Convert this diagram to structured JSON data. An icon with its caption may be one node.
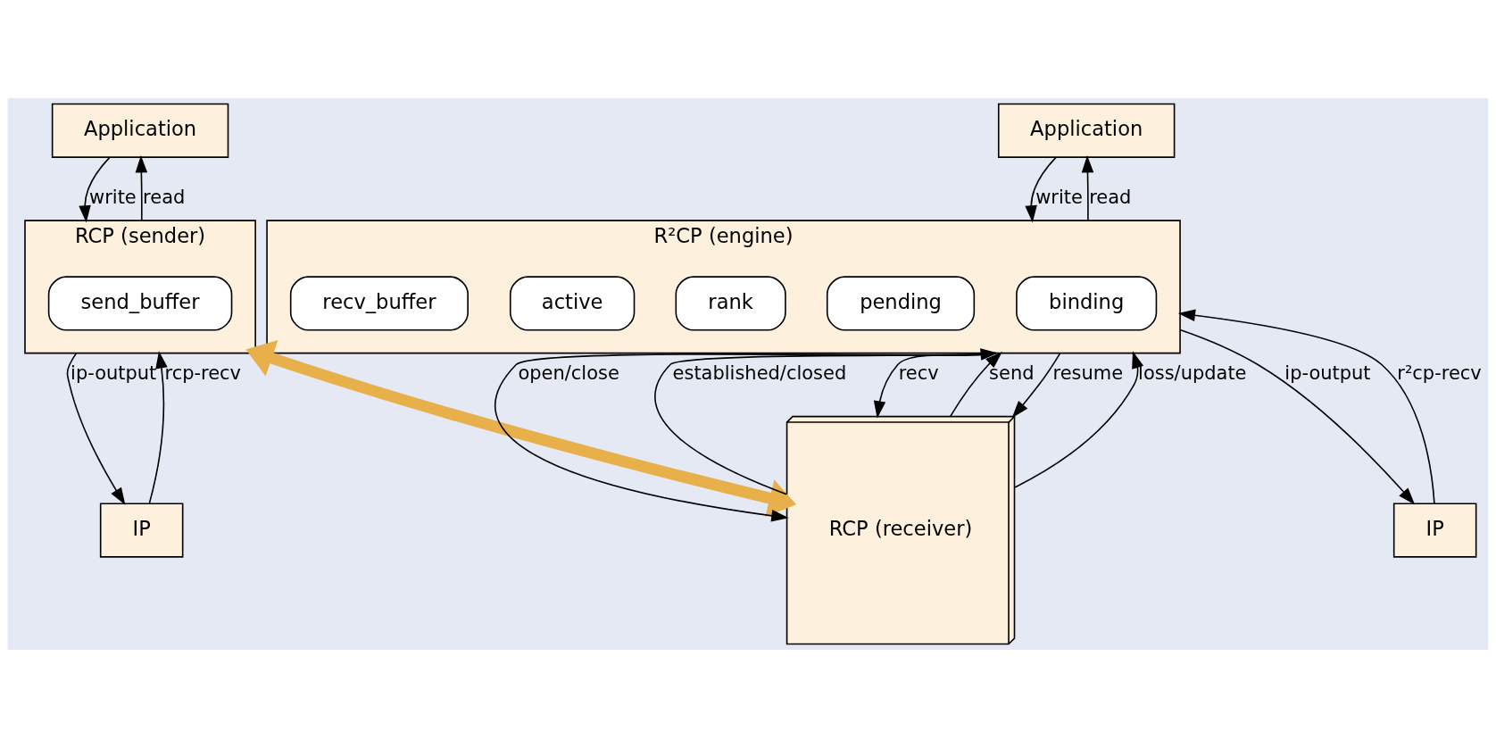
{
  "diagram": {
    "nodes": [
      {
        "text": [
          "Application"
        ]
      },
      {
        "text": [
          "RCP (sender)"
        ]
      },
      {
        "text": [
          "send_buffer"
        ],
        "in": 1
      },
      {
        "text": [
          "IP"
        ]
      },
      {
        "text": [
          "RCP (receiver)"
        ]
      },
      {
        "text": [
          "Application"
        ]
      },
      {
        "text": [
          "R²CP (engine)"
        ]
      },
      {
        "text": [
          "binding"
        ],
        "in": 6
      },
      {
        "text": [
          "pending"
        ],
        "in": 6
      },
      {
        "text": [
          "rank"
        ],
        "in": 6
      },
      {
        "text": [
          "active"
        ],
        "in": 6
      },
      {
        "text": [
          "recv_buffer"
        ],
        "in": 6
      },
      {
        "text": [
          "IP"
        ]
      }
    ],
    "edges": [
      {
        "from": 0,
        "to": 1,
        "arrow": "to",
        "label": "write"
      },
      {
        "from": 1,
        "to": 0,
        "arrow": "to",
        "label": "read"
      },
      {
        "from": 1,
        "to": 3,
        "arrow": "to",
        "label": "ip-output"
      },
      {
        "from": 3,
        "to": 1,
        "arrow": "to",
        "label": "rcp-recv"
      },
      {
        "from": 1,
        "to": 4,
        "arrow": "both",
        "style": "thick",
        "color": "#e8b04a"
      },
      {
        "from": 6,
        "to": 4,
        "arrow": "to",
        "label": "open/close"
      },
      {
        "from": 4,
        "to": 6,
        "arrow": "to",
        "label": "established/closed"
      },
      {
        "from": 6,
        "to": 4,
        "arrow": "to",
        "label": "recv"
      },
      {
        "from": 4,
        "to": 6,
        "arrow": "to",
        "label": "send"
      },
      {
        "from": 6,
        "to": 4,
        "arrow": "to",
        "label": "resume"
      },
      {
        "from": 4,
        "to": 6,
        "arrow": "to",
        "label": "loss/update"
      },
      {
        "from": 5,
        "to": 6,
        "arrow": "to",
        "label": "write"
      },
      {
        "from": 6,
        "to": 5,
        "arrow": "to",
        "label": "read"
      },
      {
        "from": 6,
        "to": 12,
        "arrow": "to",
        "label": "ip-output"
      },
      {
        "from": 12,
        "to": 6,
        "arrow": "to",
        "label": "r²cp-recv"
      }
    ]
  }
}
